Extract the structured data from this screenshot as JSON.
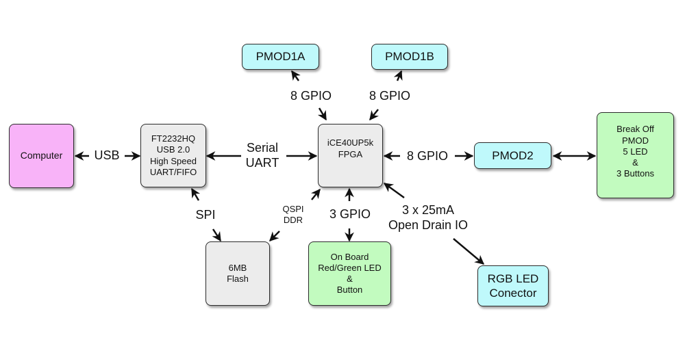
{
  "colors": {
    "pink": "#f8b3f8",
    "gray": "#ececec",
    "cyan": "#bff9fb",
    "green": "#c2fbbf",
    "line": "#111111"
  },
  "nodes": {
    "computer": {
      "lines": [
        "Computer"
      ]
    },
    "ft2232": {
      "lines": [
        "FT2232HQ",
        "USB 2.0",
        "High Speed",
        "UART/FIFO"
      ]
    },
    "fpga": {
      "lines": [
        "iCE40UP5k",
        "FPGA"
      ]
    },
    "pmod1a": {
      "lines": [
        "PMOD1A"
      ]
    },
    "pmod1b": {
      "lines": [
        "PMOD1B"
      ]
    },
    "pmod2": {
      "lines": [
        "PMOD2"
      ]
    },
    "breakoff": {
      "lines": [
        "Break Off",
        "PMOD",
        "5 LED",
        "&",
        "3 Buttons"
      ]
    },
    "flash": {
      "lines": [
        "6MB",
        "Flash"
      ]
    },
    "onboard": {
      "lines": [
        "On Board",
        "Red/Green LED",
        "&",
        "Button"
      ]
    },
    "rgb": {
      "lines": [
        "RGB LED",
        "Conector"
      ]
    }
  },
  "edges": {
    "usb": "USB",
    "serial_uart": [
      "Serial",
      "UART"
    ],
    "pmod1a_gpio": "8 GPIO",
    "pmod1b_gpio": "8 GPIO",
    "pmod2_gpio": "8 GPIO",
    "spi": "SPI",
    "qspi": [
      "QSPI",
      "DDR"
    ],
    "onboard_gpio": "3 GPIO",
    "open_drain": [
      "3 x 25mA",
      "Open Drain IO"
    ]
  }
}
